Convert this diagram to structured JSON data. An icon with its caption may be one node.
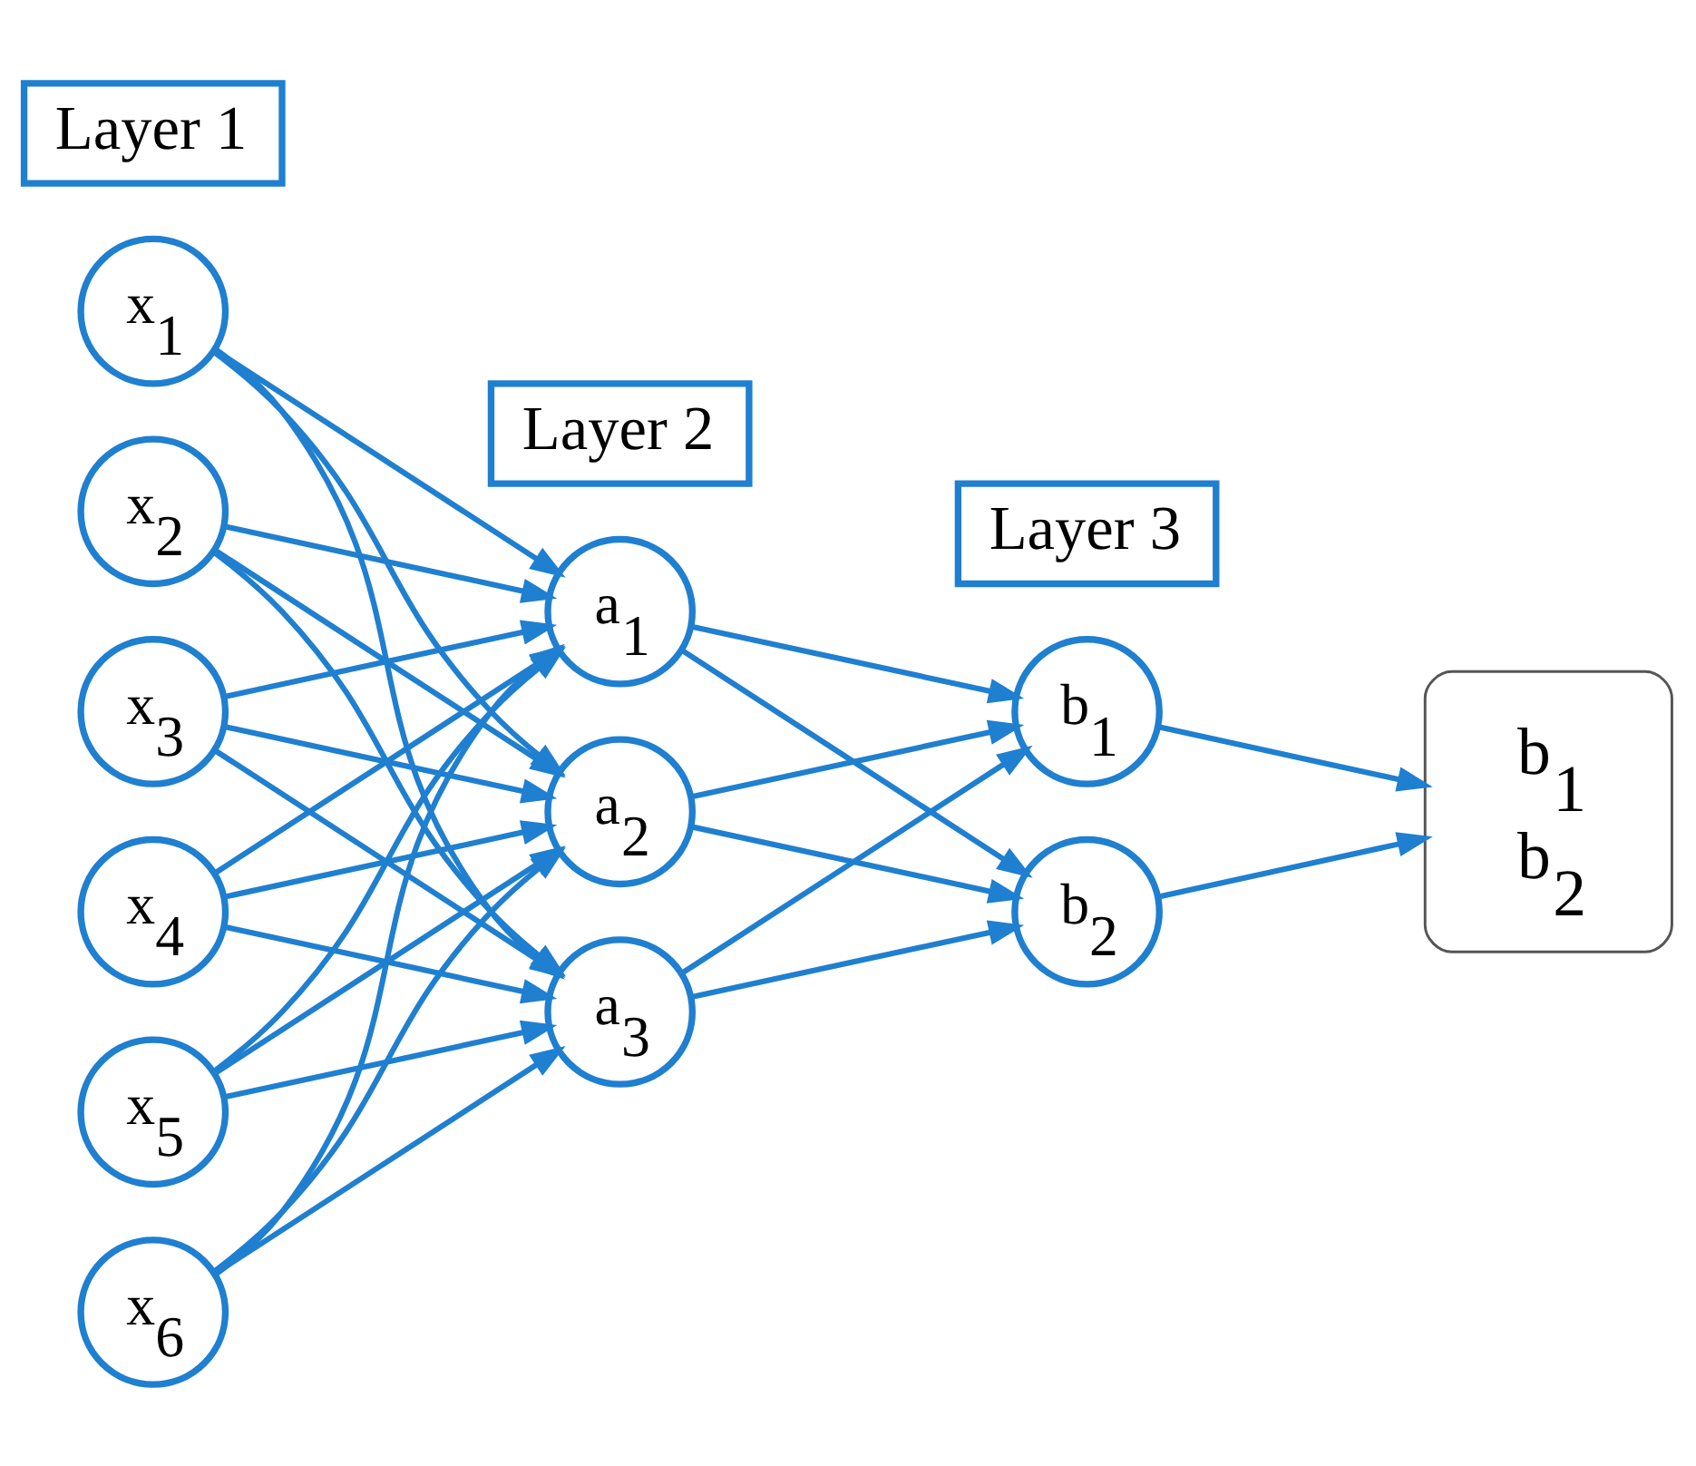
{
  "diagram": {
    "nodes": [
      {
        "text": [
          "x$_{1}$"
        ]
      },
      {
        "text": [
          "x$_{2}$"
        ]
      },
      {
        "text": [
          "x$_{3}$"
        ]
      },
      {
        "text": [
          "x$_{4}$"
        ]
      },
      {
        "text": [
          "x$_{5}$"
        ]
      },
      {
        "text": [
          "x$_{6}$"
        ]
      },
      {
        "text": [
          "a$_{1}$"
        ]
      },
      {
        "text": [
          "a$_{2}$"
        ]
      },
      {
        "text": [
          "a$_{3}$"
        ]
      },
      {
        "text": [
          "b$_{1}$"
        ]
      },
      {
        "text": [
          "b$_{2}$"
        ]
      },
      {
        "text": [
          "b$_{1}$",
          "b$_{2}$"
        ]
      },
      {
        "text": [
          "Layer 1"
        ]
      },
      {
        "text": [
          "Layer 2"
        ]
      },
      {
        "text": [
          "Layer 3"
        ]
      }
    ],
    "edges": [
      {
        "from": 0,
        "to": 6,
        "arrow": "to"
      },
      {
        "from": 0,
        "to": 7,
        "arrow": "to"
      },
      {
        "from": 0,
        "to": 8,
        "arrow": "to"
      },
      {
        "from": 1,
        "to": 6,
        "arrow": "to"
      },
      {
        "from": 1,
        "to": 7,
        "arrow": "to"
      },
      {
        "from": 1,
        "to": 8,
        "arrow": "to"
      },
      {
        "from": 2,
        "to": 6,
        "arrow": "to"
      },
      {
        "from": 2,
        "to": 7,
        "arrow": "to"
      },
      {
        "from": 2,
        "to": 8,
        "arrow": "to"
      },
      {
        "from": 3,
        "to": 6,
        "arrow": "to"
      },
      {
        "from": 3,
        "to": 7,
        "arrow": "to"
      },
      {
        "from": 3,
        "to": 8,
        "arrow": "to"
      },
      {
        "from": 4,
        "to": 6,
        "arrow": "to"
      },
      {
        "from": 4,
        "to": 7,
        "arrow": "to"
      },
      {
        "from": 4,
        "to": 8,
        "arrow": "to"
      },
      {
        "from": 5,
        "to": 6,
        "arrow": "to"
      },
      {
        "from": 5,
        "to": 7,
        "arrow": "to"
      },
      {
        "from": 5,
        "to": 8,
        "arrow": "to"
      },
      {
        "from": 6,
        "to": 9,
        "arrow": "to"
      },
      {
        "from": 6,
        "to": 10,
        "arrow": "to"
      },
      {
        "from": 7,
        "to": 9,
        "arrow": "to"
      },
      {
        "from": 7,
        "to": 10,
        "arrow": "to"
      },
      {
        "from": 8,
        "to": 9,
        "arrow": "to"
      },
      {
        "from": 8,
        "to": 10,
        "arrow": "to"
      },
      {
        "from": 9,
        "to": 11,
        "arrow": "to"
      },
      {
        "from": 10,
        "to": 11,
        "arrow": "to"
      }
    ]
  }
}
